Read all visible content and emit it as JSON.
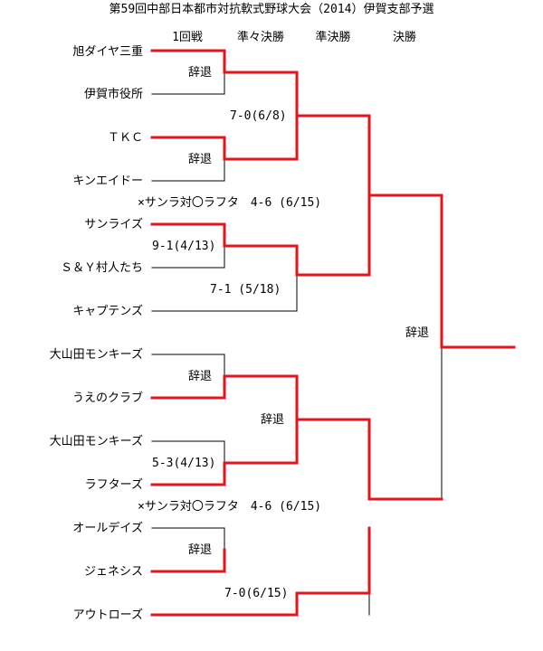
{
  "title": "第59回中部日本都市対抗軟式野球大会（2014）伊賀支部予選",
  "columns": [
    "1回戦",
    "準々決勝",
    "準決勝",
    "決勝"
  ],
  "teams": [
    "旭ダイヤ三重",
    "伊賀市役所",
    "ＴＫＣ",
    "キンエイドー",
    "サンライズ",
    "Ｓ＆Ｙ村人たち",
    "キャプテンズ",
    "大山田モンキーズ",
    "うえのクラブ",
    "大山田モンキーズ",
    "ラフターズ",
    "オールデイズ",
    "ジェネシス",
    "アウトローズ"
  ],
  "results": {
    "r1_g1": "辞退",
    "r1_g2": "辞退",
    "r1_g3": "9-1(4/13)",
    "r1_g5": "辞退",
    "r1_g6": "5-3(4/13)",
    "r1_g7": "辞退",
    "qf_g1": "7-0(6/8)",
    "qf_g2": "7-1 (5/18)",
    "qf_g3": "辞退",
    "qf_g4": "7-0(6/15)",
    "note_top": "×サンラ対〇ラフタ　4-6 (6/15)",
    "note_bottom": "×サンラ対〇ラフタ　4-6 (6/15)",
    "final": "辞退"
  },
  "colors": {
    "winner_line": "#e8141b",
    "line": "#000000"
  }
}
